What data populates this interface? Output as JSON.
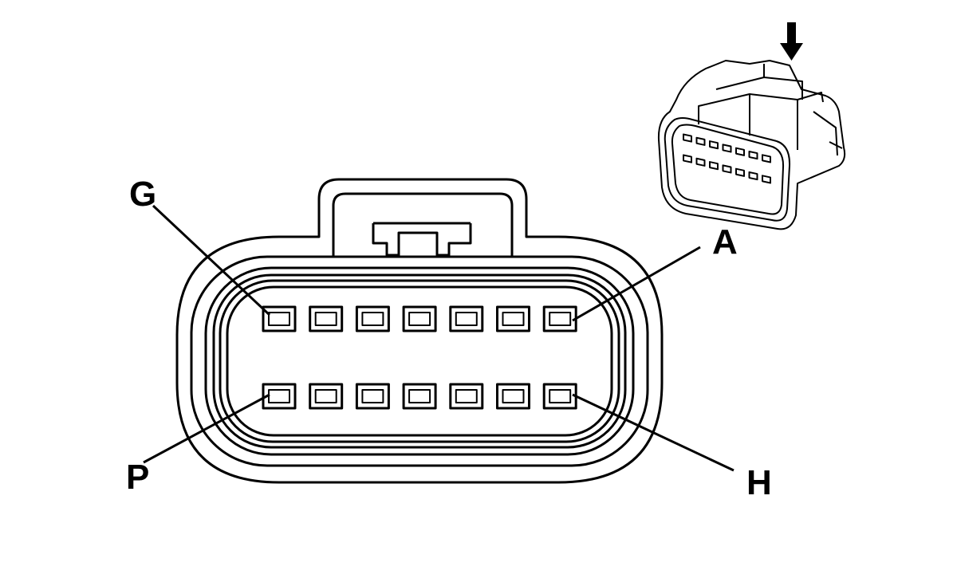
{
  "diagram": {
    "callouts": {
      "top_left": "G",
      "top_right": "A",
      "bottom_left": "P",
      "bottom_right": "H"
    },
    "cavity_rows": 2,
    "cavities_per_row": 7,
    "colors": {
      "line": "#000000",
      "background": "#ffffff"
    },
    "icons": [
      "down-arrow-icon"
    ]
  }
}
